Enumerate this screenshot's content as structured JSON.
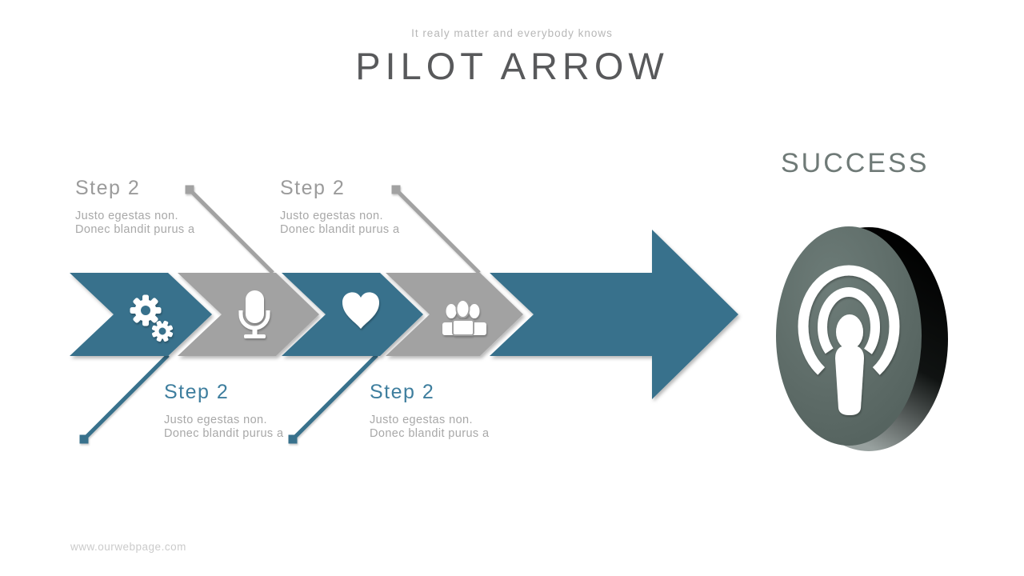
{
  "slide": {
    "subtitle": "It realy matter and everybody knows",
    "title": "PILOT ARROW",
    "success_label": "SUCCESS",
    "footer": "www.ourwebpage.com"
  },
  "steps": [
    {
      "title": "Step 2",
      "desc_line1": "Justo egestas non.",
      "desc_line2": "Donec blandit purus a",
      "icon": "gears-icon",
      "segment_color": "#37718C",
      "label_position": "bottom"
    },
    {
      "title": "Step 2",
      "desc_line1": "Justo egestas non.",
      "desc_line2": "Donec blandit purus a",
      "icon": "microphone-icon",
      "segment_color": "#A2A2A2",
      "label_position": "top"
    },
    {
      "title": "Step 2",
      "desc_line1": "Justo egestas non.",
      "desc_line2": "Donec blandit purus a",
      "icon": "heart-icon",
      "segment_color": "#37718C",
      "label_position": "bottom"
    },
    {
      "title": "Step 2",
      "desc_line1": "Justo egestas non.",
      "desc_line2": "Donec blandit purus a",
      "icon": "group-icon",
      "segment_color": "#A2A2A2",
      "label_position": "top"
    }
  ],
  "arrow": {
    "color": "#37718C",
    "direction": "right"
  },
  "success_icon": "podcast-icon",
  "colors": {
    "teal": "#37718C",
    "gray": "#A2A2A2",
    "disc_face": "#5D6B67",
    "disc_edge": "#0D0F0E",
    "title_text": "#58595B",
    "subtitle_text": "#B7B7B7",
    "step_title_gray": "#9B9B9B",
    "step_title_teal": "#3E7E9E",
    "desc_text": "#A8A8A8",
    "success_text": "#6F7A77",
    "footer_text": "#CBCBCB"
  }
}
